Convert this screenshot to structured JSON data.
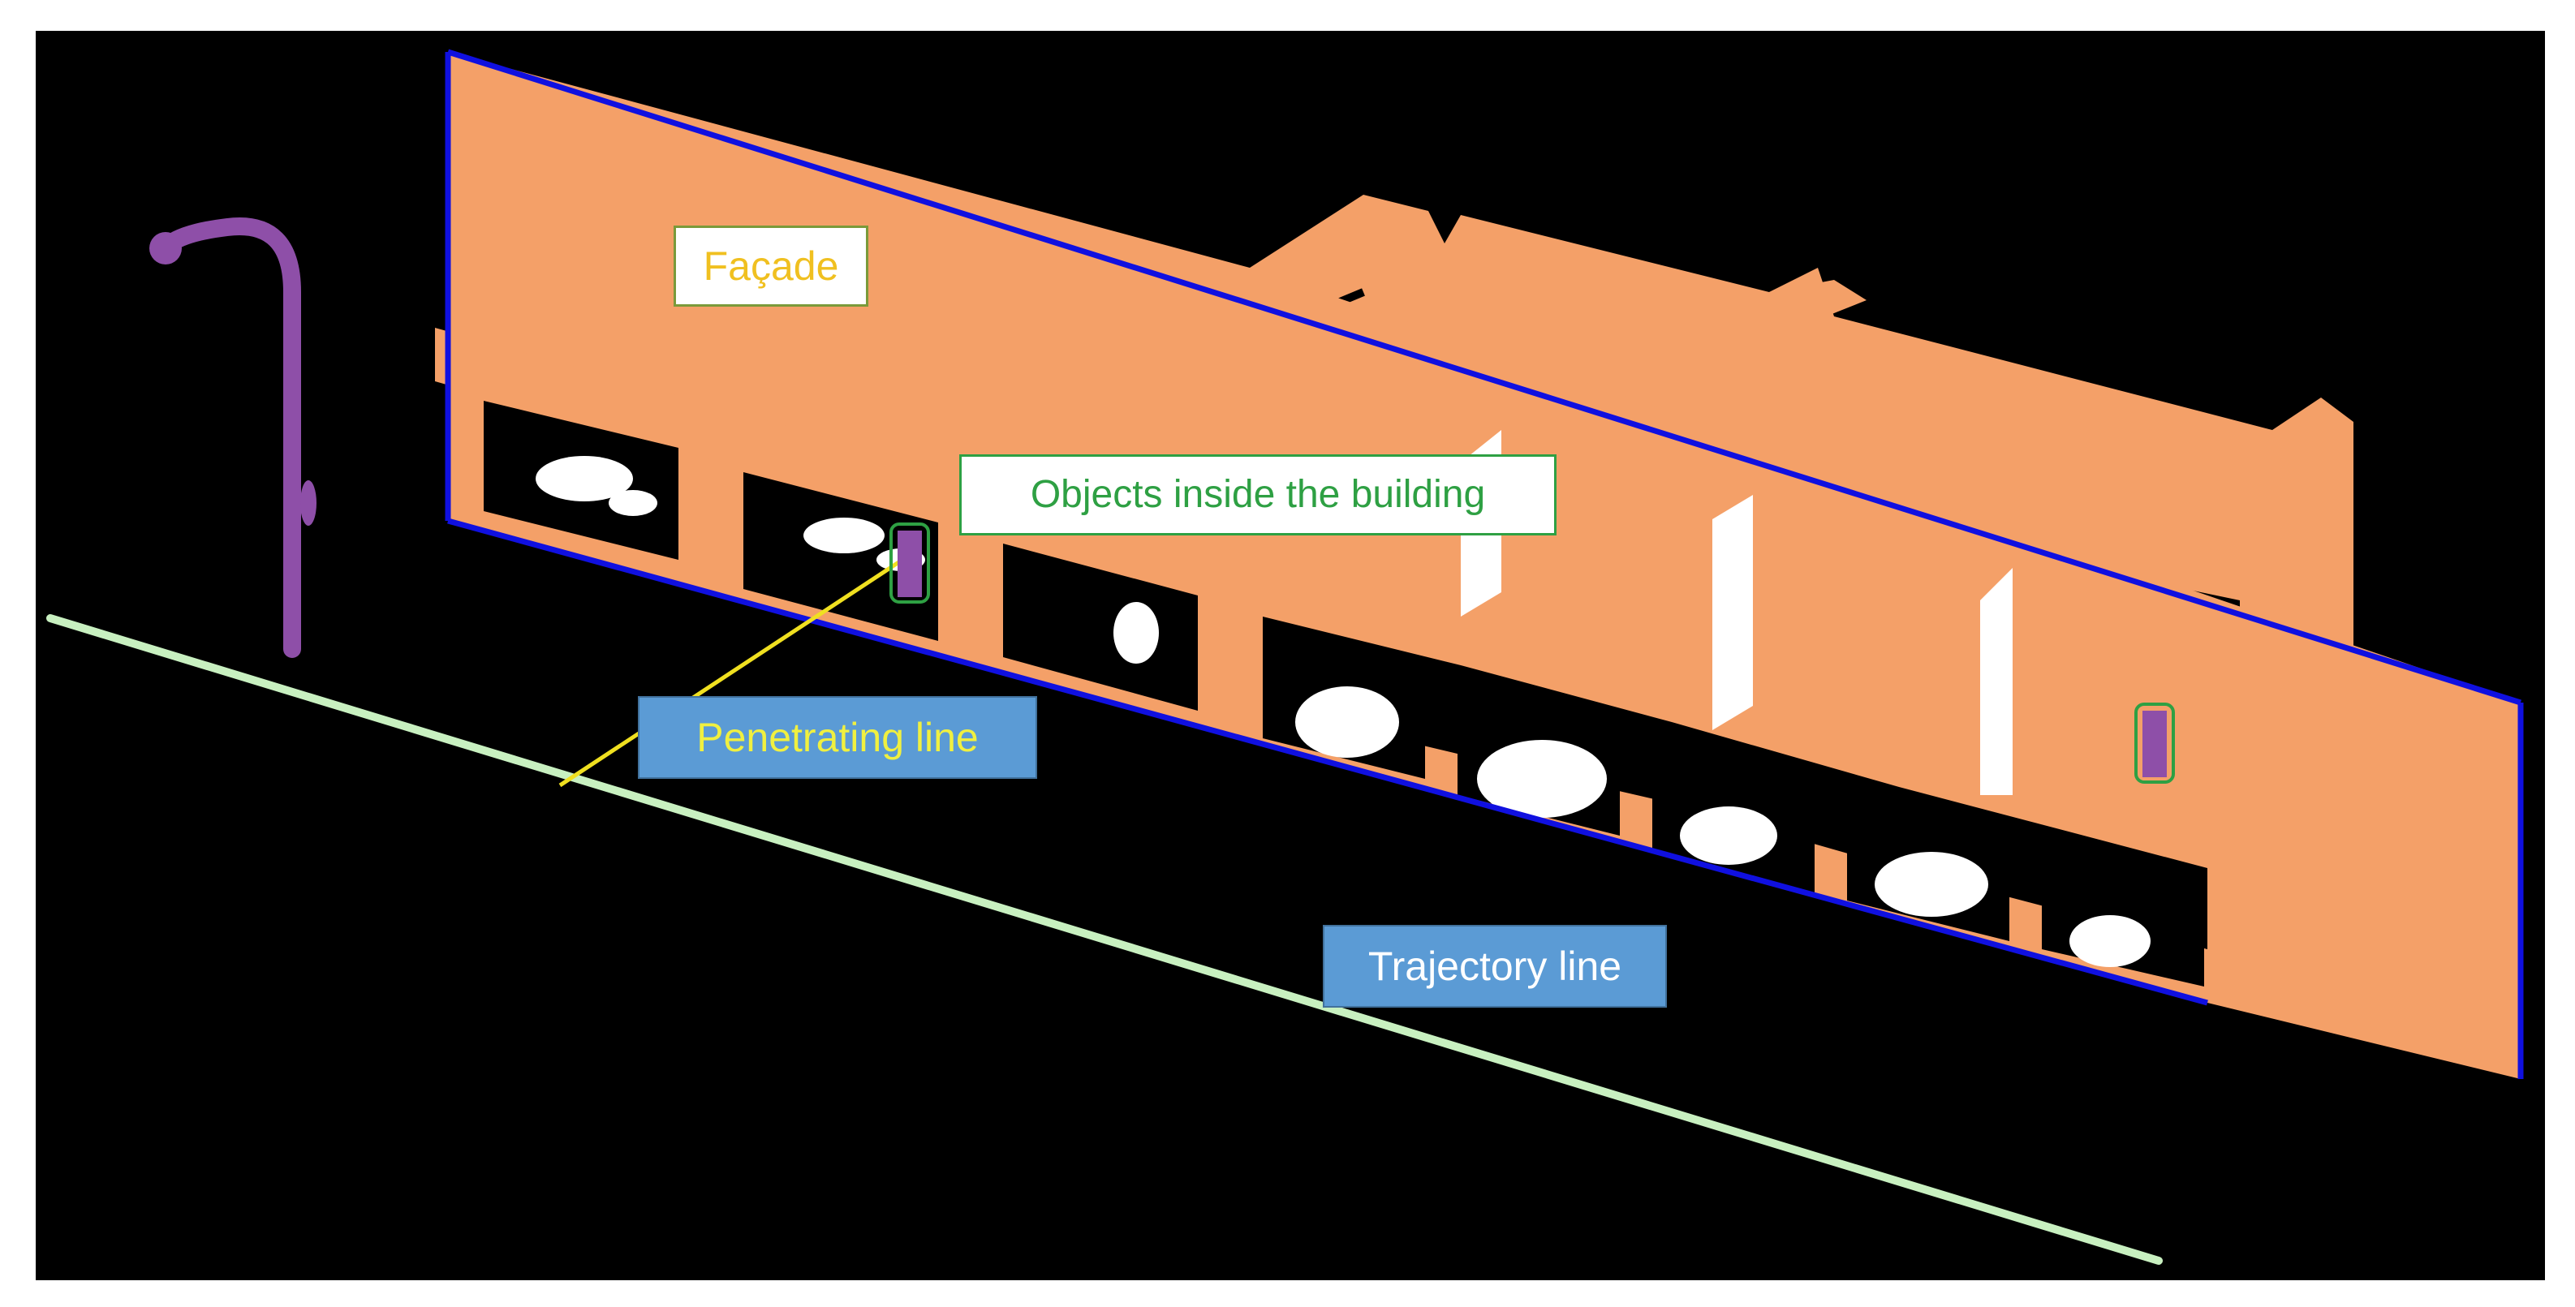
{
  "labels": {
    "facade": "Façade",
    "objects": "Objects inside the building",
    "penetrating": "Penetrating line",
    "trajectory": "Trajectory line"
  },
  "colors": {
    "background": "#000000",
    "facade_points": "#f4a068",
    "facade_outline": "#1010e0",
    "interior_points": "#ffffff",
    "streetlight": "#8e4fa8",
    "detected_object": "#8e4fa8",
    "detection_box": "#2ea043",
    "trajectory": "#c8f0c0",
    "penetrating_line": "#f0e020",
    "facade_label_text": "#f0c020",
    "objects_label_text": "#2ea043",
    "blue_label_text": "#f0f040"
  }
}
